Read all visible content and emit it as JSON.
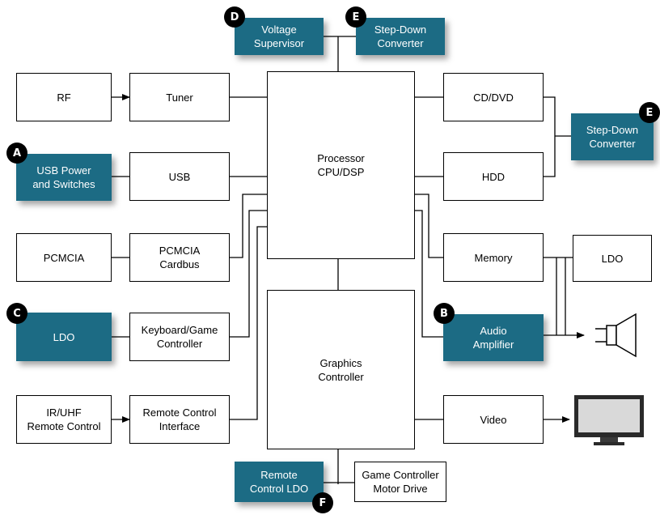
{
  "blocks": {
    "rf": "RF",
    "tuner": "Tuner",
    "usb_power": "USB Power\nand Switches",
    "usb": "USB",
    "pcmcia": "PCMCIA",
    "pcmcia_cardbus": "PCMCIA\nCardbus",
    "ldo_left": "LDO",
    "keyboard": "Keyboard/Game\nController",
    "ir_uhf": "IR/UHF\nRemote Control",
    "remote_iface": "Remote Control\nInterface",
    "voltage_supervisor": "Voltage\nSupervisor",
    "stepdown_top": "Step-Down\nConverter",
    "processor": "Processor\nCPU/DSP",
    "graphics": "Graphics\nController",
    "remote_ldo": "Remote\nControl LDO",
    "game_motor": "Game Controller\nMotor Drive",
    "cd_dvd": "CD/DVD",
    "hdd": "HDD",
    "stepdown_right": "Step-Down\nConverter",
    "memory": "Memory",
    "ldo_right": "LDO",
    "audio_amp": "Audio\nAmplifier",
    "video": "Video"
  },
  "badges": {
    "a": "A",
    "b": "B",
    "c": "C",
    "d": "D",
    "e_top": "E",
    "e_right": "E",
    "f": "F"
  },
  "colors": {
    "highlight_block": "#1c6b84",
    "badge": "#000000"
  },
  "icons": [
    "speaker-icon",
    "monitor-icon"
  ]
}
